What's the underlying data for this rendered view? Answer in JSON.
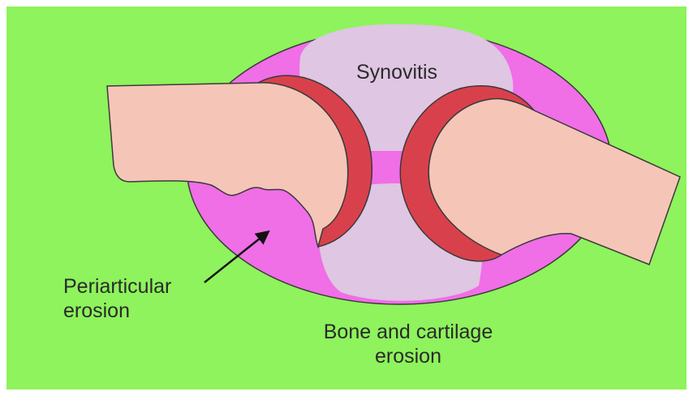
{
  "colors": {
    "background": "#8ef35c",
    "border": "#ffffff",
    "joint_capsule": "#f06ee6",
    "synovitis": "#dfc6e2",
    "bone": "#f5c5b8",
    "cartilage": "#d8414c",
    "outline": "#3a3a3a",
    "text": "#2a2a2a"
  },
  "labels": {
    "synovitis": "Synovitis",
    "periarticular_line1": "Periarticular",
    "periarticular_line2": "erosion",
    "bone_cartilage_line1": "Bone and cartilage",
    "bone_cartilage_line2": "erosion"
  }
}
